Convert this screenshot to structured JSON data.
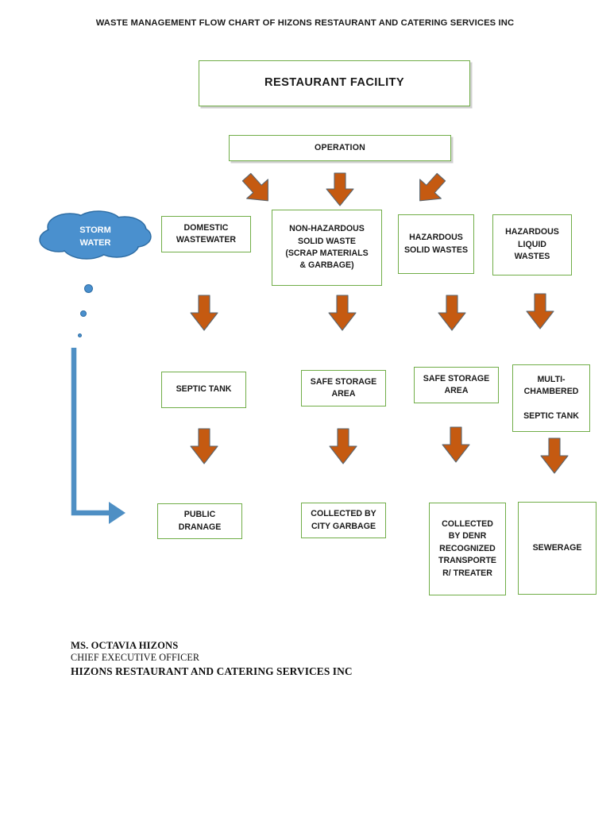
{
  "title": "WASTE MANAGEMENT FLOW CHART OF  HIZONS RESTAURANT AND CATERING SERVICES INC",
  "colors": {
    "box_border_green": "#70AD47",
    "arrow_orange": "#C55A11",
    "cloud_blue": "#4A90CE",
    "connector_blue": "#4E8FC4",
    "text_black": "#1a1a1a"
  },
  "nodes": {
    "facility": "RESTAURANT FACILITY",
    "operation": "OPERATION",
    "storm_water": {
      "line1": "STORM",
      "line2": "WATER"
    },
    "row1": {
      "domestic_wastewater": {
        "line1": "DOMESTIC",
        "line2": "WASTEWATER"
      },
      "non_hazardous_solid_waste": {
        "line1": "NON-HAZARDOUS",
        "line2": "SOLID WASTE",
        "line3": "(SCRAP MATERIALS",
        "line4": "& GARBAGE)"
      },
      "hazardous_solid_wastes": {
        "line1": "HAZARDOUS",
        "line2": "SOLID WASTES"
      },
      "hazardous_liquid_wastes": {
        "line1": "HAZARDOUS",
        "line2": "LIQUID",
        "line3": "WASTES"
      }
    },
    "row2": {
      "septic_tank": {
        "line1": "SEPTIC TANK"
      },
      "safe_storage_area_1": {
        "line1": "SAFE STORAGE",
        "line2": "AREA"
      },
      "safe_storage_area_2": {
        "line1": "SAFE STORAGE",
        "line2": "AREA"
      },
      "multi_chambered_septic_tank": {
        "line1": "MULTI-",
        "line2": "CHAMBERED",
        "line3": "SEPTIC TANK"
      }
    },
    "row3": {
      "public_dranage": {
        "line1": "PUBLIC",
        "line2": "DRANAGE"
      },
      "collected_by_city_garbage": {
        "line1": "COLLECTED BY",
        "line2": "CITY GARBAGE"
      },
      "collected_by_denr": {
        "line1": "COLLECTED",
        "line2": "BY DENR",
        "line3": "RECOGNIZED",
        "line4": "TRANSPORTE",
        "line5": "R/ TREATER"
      },
      "sewerage": {
        "line1": "SEWERAGE"
      }
    }
  },
  "signature": {
    "name": "MS. OCTAVIA HIZONS",
    "position": "CHIEF EXECUTIVE OFFICER",
    "company": "HIZONS RESTAURANT AND CATERING SERVICES INC"
  }
}
